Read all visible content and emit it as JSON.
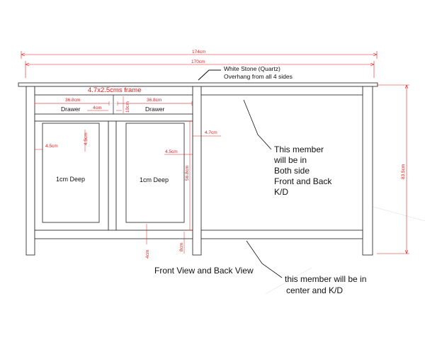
{
  "dimensions": {
    "overall_top": "174cm",
    "overall_second": "170cm",
    "frame_spec": "4.7x2.5cms frame",
    "drawer_width_left": "36.8cm",
    "drawer_width_right": "36.8cm",
    "drawer_gap": "4cm",
    "drawer_height": "10cm",
    "side_post": "4.7cm",
    "panel_margin_left": "4.5cm",
    "panel_margin_top": "4.5cm",
    "panel_margin_right": "4.5cm",
    "door_height": "56.8cm",
    "bottom_rail": "4cm",
    "bottom_rail_right": "8cm",
    "overall_height": "83.5cm"
  },
  "labels": {
    "drawer_left": "Drawer",
    "drawer_right": "Drawer",
    "panel_left": "1cm Deep",
    "panel_right": "1cm Deep"
  },
  "notes": {
    "top_material_line1": "White Stone (Quartz)",
    "top_material_line2": "Overhang from all 4 sides",
    "member_side": [
      "This member",
      "will be in",
      "Both side",
      "Front and Back",
      "K/D"
    ],
    "member_center": [
      "this member will be in",
      "center and K/D"
    ],
    "view_title": "Front View and Back View"
  },
  "colors": {
    "dimension": "#e02020",
    "line": "#333333"
  }
}
